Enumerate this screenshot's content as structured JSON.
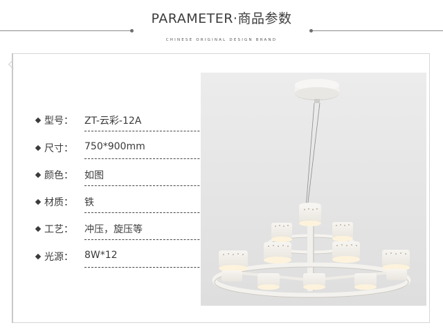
{
  "header": {
    "title": "PARAMETER·商品参数",
    "subtitle": "CHINESE ORIGINAL DESIGN BRAND"
  },
  "specs": [
    {
      "label": "型号：",
      "value": "ZT-云彩-12A"
    },
    {
      "label": "尺寸：",
      "value": "750*900mm"
    },
    {
      "label": "颜色：",
      "value": "如图"
    },
    {
      "label": "材质：",
      "value": "铁"
    },
    {
      "label": "工艺：",
      "value": "冲压，旋压等"
    },
    {
      "label": "光源：",
      "value": "8W*12"
    }
  ],
  "product_image": {
    "icon": "pendant-chandelier-image",
    "colors": {
      "background": "#e6e6e6",
      "lamp": "#f4f1ec",
      "glow": "#fdf3dc"
    }
  }
}
